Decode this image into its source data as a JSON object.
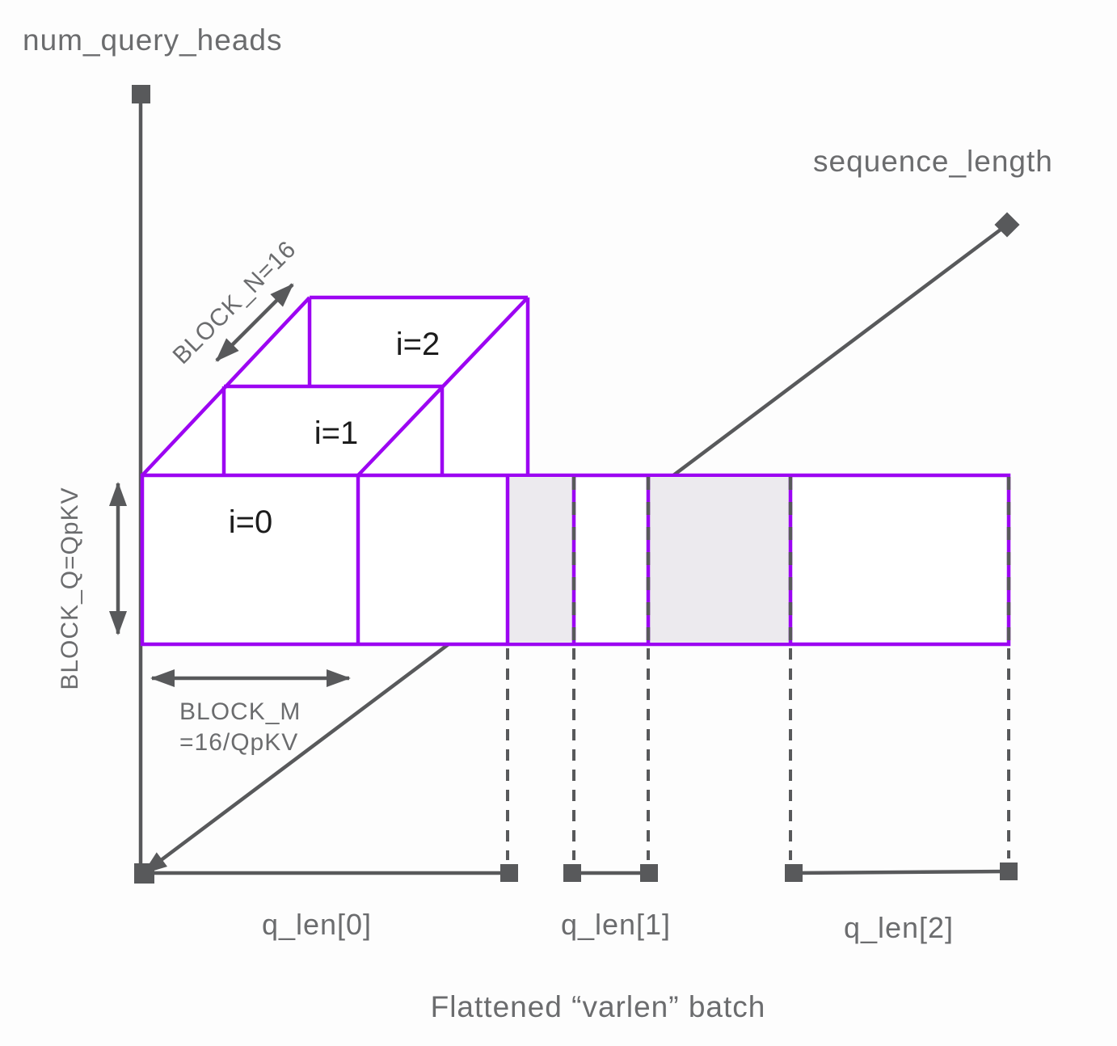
{
  "diagram": {
    "axes": {
      "y_label": "num_query_heads",
      "diag_label": "sequence_length"
    },
    "caption": "Flattened “varlen” batch",
    "annotations": {
      "block_n": "BLOCK_N=16",
      "block_q": "BLOCK_Q=QpKV",
      "block_m_line1": "BLOCK_M",
      "block_m_line2": "=16/QpKV"
    },
    "tiles": [
      {
        "label": "i=0"
      },
      {
        "label": "i=1"
      },
      {
        "label": "i=2"
      }
    ],
    "segments": [
      {
        "label": "q_len[0]"
      },
      {
        "label": "q_len[1]"
      },
      {
        "label": "q_len[2]"
      }
    ],
    "colors": {
      "purple": "#9c05f2",
      "axis_gray": "#58595b",
      "text_gray": "#6b6c6e",
      "fill_gray": "#eceaee",
      "label_black": "#1c1c1c",
      "background": "#fdfdfd"
    }
  }
}
